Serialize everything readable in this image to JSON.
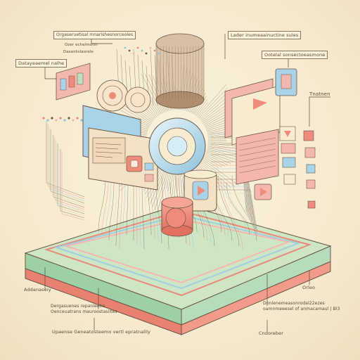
{
  "labels": {
    "top_center_box": "Orgaseruetisal mnarishesnorceoles",
    "top_center_sub": "Ozer echelmotin",
    "top_center_sub2": "Dasantolaorele",
    "left_box": "Datayeaemel nalhe",
    "top_right_box": "Lader inumeaainuctine sules",
    "right_box": "Ootelal sonsectoeasmone",
    "right_small": "Tnatnen",
    "bottom_left_1": "Addanaseiy",
    "bottom_left_2": "Dergasuenes repanleetie\nOenceuatrans mauroostasiites",
    "bottom_left_3": "Upaense Geneatosteemo vertl epratnalily",
    "bottom_right_1": "Orleo",
    "bottom_right_2": "Dnnlenemeasonrodal22ezes\noamnmeeesel of anmacamaul | Bl3",
    "bottom_right_3": "Cndoreber"
  },
  "palette": {
    "bg": "#f5e8cc",
    "ink": "#6b5744",
    "green": "#bfe0c0",
    "coral": "#f08a7b",
    "pink": "#f4b7b0",
    "blue": "#a9d3e8",
    "cream": "#f8ecd0"
  },
  "icons": [
    "play-icon",
    "triangle-icon",
    "cylinder-icon",
    "sphere-icon",
    "lens-icon"
  ]
}
